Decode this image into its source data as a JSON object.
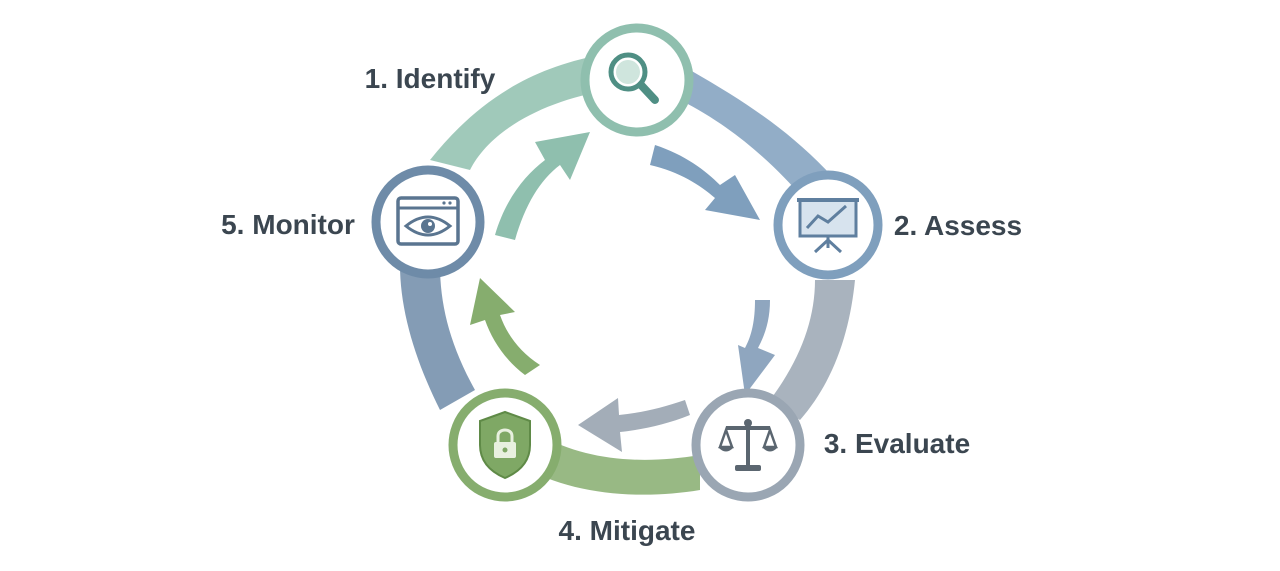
{
  "steps": [
    {
      "number": "1.",
      "label": "1. Identify",
      "icon": "magnifier-icon",
      "color": "#8fbfae"
    },
    {
      "number": "2.",
      "label": "2. Assess",
      "icon": "presentation-chart-icon",
      "color": "#7f9fbd"
    },
    {
      "number": "3.",
      "label": "3. Evaluate",
      "icon": "balance-scale-icon",
      "color": "#9aa6b3"
    },
    {
      "number": "4.",
      "label": "4. Mitigate",
      "icon": "shield-lock-icon",
      "color": "#86ad6e"
    },
    {
      "number": "5.",
      "label": "5. Monitor",
      "icon": "browser-eye-icon",
      "color": "#6e8ba8"
    }
  ],
  "colors": {
    "label_text": "#3b4650",
    "arrow_teal": "#8fbfae",
    "arrow_blue": "#7f9fbd",
    "arrow_gray": "#9aa6b3",
    "arrow_green": "#86ad6e",
    "arrow_slate": "#6e8ba8"
  }
}
